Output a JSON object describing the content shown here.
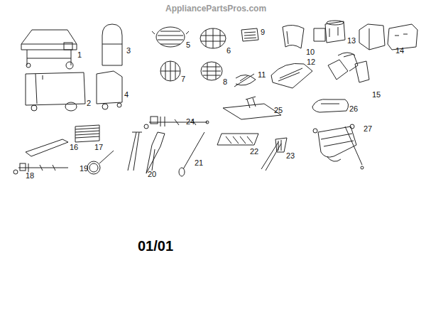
{
  "diagram": {
    "labels": [
      "AppliancePartsPros.com",
      "1",
      "3",
      "5",
      "6",
      "9",
      "10",
      "13",
      "14",
      "2",
      "4",
      "7",
      "8",
      "11",
      "12",
      "15",
      "24",
      "25",
      "26",
      "16",
      "17",
      "18",
      "19",
      "20",
      "21",
      "22",
      "23",
      "27",
      "01/01"
    ]
  }
}
